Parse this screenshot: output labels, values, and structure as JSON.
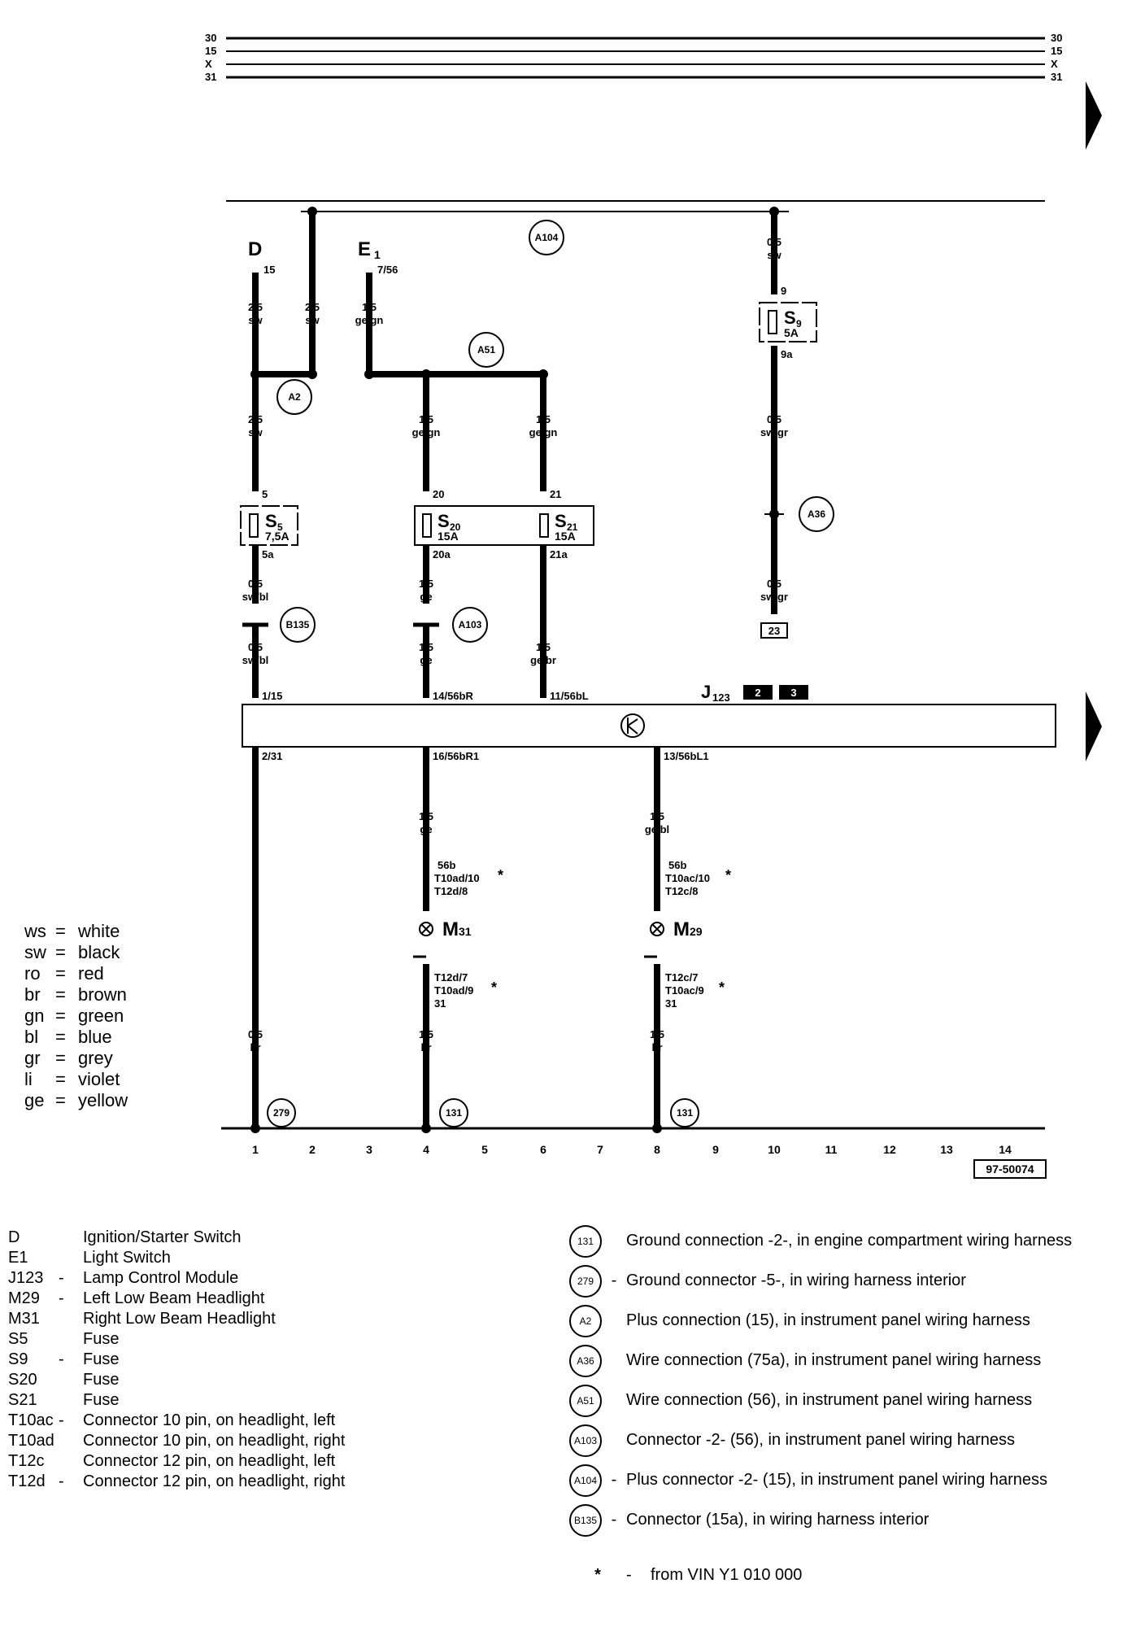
{
  "bus": {
    "left_labels": [
      "30",
      "15",
      "X",
      "31"
    ],
    "right_labels": [
      "30",
      "15",
      "X",
      "31"
    ]
  },
  "wires": {
    "d_label": "D",
    "d_term": "15",
    "e1_label": "E",
    "e1_sub": "1",
    "e1_term": "7/56",
    "w_d_size": "2,5",
    "w_d_color": "sw",
    "w_a104_size": "2,5",
    "w_a104_color": "sw",
    "w_e1_size": "1,5",
    "w_e1_color": "ge/gn",
    "w_s5in_size": "2,5",
    "w_s5in_color": "sw",
    "w_s20in_size": "1,5",
    "w_s20in_color": "ge/gn",
    "w_s21in_size": "1,5",
    "w_s21in_color": "ge/gn",
    "w_s9top_size": "0,5",
    "w_s9top_color": "sw",
    "w_s9out_size": "0,5",
    "w_s9out_color": "sw/gr",
    "w_a36out_size": "0,5",
    "w_a36out_color": "sw/gr",
    "w_s5out_size": "0,5",
    "w_s5out_color": "sw/bl",
    "w_b135out_size": "0,5",
    "w_b135out_color": "sw/bl",
    "w_s20out_size": "1,5",
    "w_s20out_color": "ge",
    "w_a103out_size": "1,5",
    "w_a103out_color": "ge",
    "w_s21out_size": "1,5",
    "w_s21out_color": "ge/br",
    "w_m31in_size": "1,5",
    "w_m31in_color": "ge",
    "w_m29in_size": "1,5",
    "w_m29in_color": "ge/bl",
    "w_gnd1_size": "0,5",
    "w_gnd1_color": "br",
    "w_m31gnd_size": "1,5",
    "w_m31gnd_color": "br",
    "w_m29gnd_size": "1,5",
    "w_m29gnd_color": "br",
    "ref_box": "23"
  },
  "pins": {
    "s5_in": "5",
    "s5_out": "5a",
    "s20_in": "20",
    "s20_out": "20a",
    "s21_in": "21",
    "s21_out": "21a",
    "s9_in": "9",
    "s9_out": "9a",
    "j_1": "1/15",
    "j_2": "14/56bR",
    "j_3": "11/56bL",
    "j_4": "2/31",
    "j_5": "16/56bR1",
    "j_6": "13/56bL1",
    "m31_a": "56b",
    "m31_b": "T10ad/10",
    "m31_c": "T12d/8",
    "m31_d": "T12d/7",
    "m31_e": "T10ad/9",
    "m31_f": "31",
    "m29_a": "56b",
    "m29_b": "T10ac/10",
    "m29_c": "T12c/8",
    "m29_d": "T12c/7",
    "m29_e": "T10ac/9",
    "m29_f": "31",
    "star": "*"
  },
  "fuses": {
    "s5_name": "S",
    "s5_sub": "5",
    "s5_rating": "7,5A",
    "s20_name": "S",
    "s20_sub": "20",
    "s20_rating": "15A",
    "s21_name": "S",
    "s21_sub": "21",
    "s21_rating": "15A",
    "s9_name": "S",
    "s9_sub": "9",
    "s9_rating": "5A"
  },
  "module": {
    "name": "J",
    "sub": "123",
    "ref1": "2",
    "ref2": "3"
  },
  "lamps": {
    "m31_name": "M",
    "m31_sub": "31",
    "m29_name": "M",
    "m29_sub": "29"
  },
  "circles": {
    "a104": "A104",
    "a51": "A51",
    "a2": "A2",
    "a36": "A36",
    "b135": "B135",
    "a103": "A103",
    "g279": "279",
    "g131a": "131",
    "g131b": "131"
  },
  "scale": [
    "1",
    "2",
    "3",
    "4",
    "5",
    "6",
    "7",
    "8",
    "9",
    "10",
    "11",
    "12",
    "13",
    "14"
  ],
  "figure_id": "97-50074",
  "color_legend": [
    {
      "code": "ws",
      "name": "white"
    },
    {
      "code": "sw",
      "name": "black"
    },
    {
      "code": "ro",
      "name": "red"
    },
    {
      "code": "br",
      "name": "brown"
    },
    {
      "code": "gn",
      "name": "green"
    },
    {
      "code": "bl",
      "name": "blue"
    },
    {
      "code": "gr",
      "name": "grey"
    },
    {
      "code": "li",
      "name": "violet"
    },
    {
      "code": "ge",
      "name": "yellow"
    }
  ],
  "components": [
    {
      "code": "D",
      "dash": "",
      "desc": "Ignition/Starter Switch"
    },
    {
      "code": "E1",
      "dash": "",
      "desc": "Light Switch"
    },
    {
      "code": "J123",
      "dash": "-",
      "desc": "Lamp Control Module"
    },
    {
      "code": "M29",
      "dash": "-",
      "desc": "Left Low Beam Headlight"
    },
    {
      "code": "M31",
      "dash": "",
      "desc": "Right Low Beam Headlight"
    },
    {
      "code": "S5",
      "dash": "",
      "desc": "Fuse"
    },
    {
      "code": "S9",
      "dash": "-",
      "desc": "Fuse"
    },
    {
      "code": "S20",
      "dash": "",
      "desc": "Fuse"
    },
    {
      "code": "S21",
      "dash": "",
      "desc": "Fuse"
    },
    {
      "code": "T10ac",
      "dash": "-",
      "desc": "Connector 10 pin, on headlight, left"
    },
    {
      "code": "T10ad",
      "dash": "",
      "desc": "Connector 10 pin, on headlight, right"
    },
    {
      "code": "T12c",
      "dash": "",
      "desc": "Connector 12 pin, on headlight, left"
    },
    {
      "code": "T12d",
      "dash": "-",
      "desc": "Connector 12 pin, on headlight, right"
    }
  ],
  "connections": [
    {
      "code": "131",
      "dash": "",
      "desc": "Ground connection -2-, in engine compartment wiring harness"
    },
    {
      "code": "279",
      "dash": "-",
      "desc": "Ground connector -5-, in wiring harness interior"
    },
    {
      "code": "A2",
      "dash": "",
      "desc": "Plus connection (15), in instrument panel wiring harness"
    },
    {
      "code": "A36",
      "dash": "",
      "desc": "Wire connection (75a), in instrument panel wiring harness"
    },
    {
      "code": "A51",
      "dash": "",
      "desc": "Wire connection (56), in instrument panel wiring harness"
    },
    {
      "code": "A103",
      "dash": "",
      "desc": "Connector -2- (56), in instrument panel wiring harness"
    },
    {
      "code": "A104",
      "dash": "-",
      "desc": "Plus connector -2- (15), in instrument panel wiring harness"
    },
    {
      "code": "B135",
      "dash": "-",
      "desc": "Connector (15a), in wiring harness interior"
    }
  ],
  "footnote": {
    "mark": "*",
    "dash": "-",
    "text": "from VIN Y1 010 000"
  }
}
